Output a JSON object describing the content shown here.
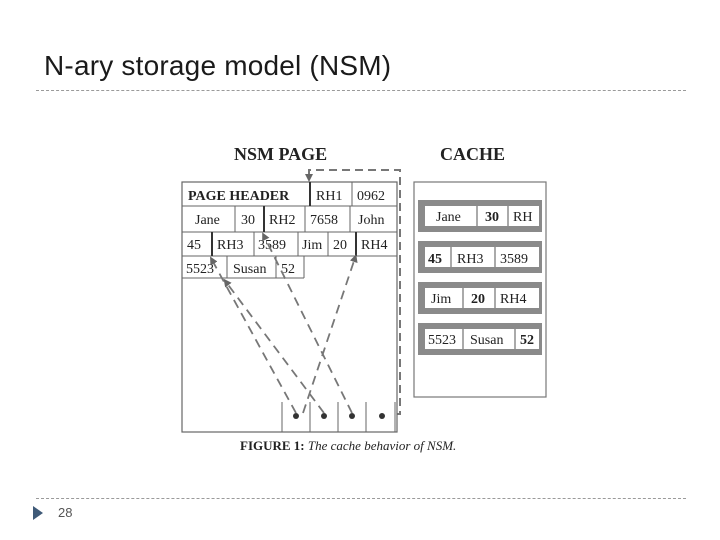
{
  "slide": {
    "title": "N-ary storage model (NSM)",
    "page_number": "28"
  },
  "figure": {
    "nsm_heading": "NSM PAGE",
    "cache_heading": "CACHE",
    "page_rows": [
      [
        "PAGE HEADER",
        "RH1",
        "0962"
      ],
      [
        "Jane",
        "30",
        "RH2",
        "7658",
        "John"
      ],
      [
        "45",
        "RH3",
        "3589",
        "Jim",
        "20",
        "RH4"
      ],
      [
        "5523",
        "Susan",
        "52"
      ]
    ],
    "cache_lines": [
      [
        "Jane",
        "30",
        "RH"
      ],
      [
        "45",
        "RH3",
        "3589"
      ],
      [
        "Jim",
        "20",
        "RH4"
      ],
      [
        "5523",
        "Susan",
        "52"
      ]
    ],
    "caption_label": "FIGURE 1:",
    "caption_text": "The cache behavior of NSM."
  }
}
